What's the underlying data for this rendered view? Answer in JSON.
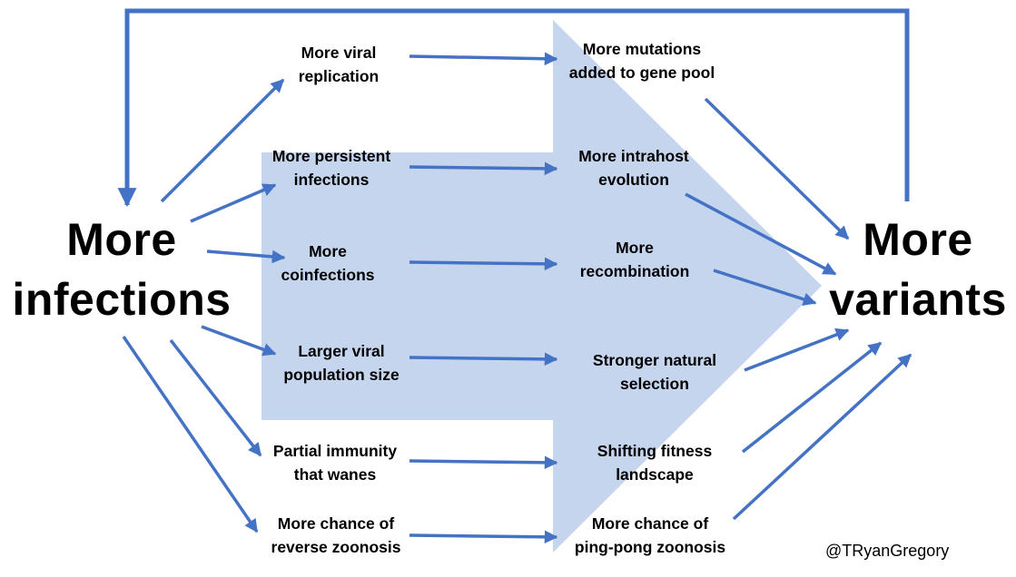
{
  "colors": {
    "arrow": "#4472c4",
    "background_arrow": "#c6d5ee",
    "text": "#000000"
  },
  "left_node": {
    "line1": "More",
    "line2": "infections"
  },
  "right_node": {
    "line1": "More",
    "line2": "variants"
  },
  "causes": [
    {
      "line1": "More viral",
      "line2": "replication"
    },
    {
      "line1": "More persistent",
      "line2": "infections"
    },
    {
      "line1": "More",
      "line2": "coinfections"
    },
    {
      "line1": "Larger viral",
      "line2": "population size"
    },
    {
      "line1": "Partial immunity",
      "line2": "that wanes"
    },
    {
      "line1": "More chance of",
      "line2": "reverse zoonosis"
    }
  ],
  "effects": [
    {
      "line1": "More mutations",
      "line2": "added to gene pool"
    },
    {
      "line1": "More intrahost",
      "line2": "evolution"
    },
    {
      "line1": "More",
      "line2": "recombination"
    },
    {
      "line1": "Stronger natural",
      "line2": "selection"
    },
    {
      "line1": "Shifting fitness",
      "line2": "landscape"
    },
    {
      "line1": "More chance of",
      "line2": "ping-pong zoonosis"
    }
  ],
  "credit": "@TRyanGregory"
}
